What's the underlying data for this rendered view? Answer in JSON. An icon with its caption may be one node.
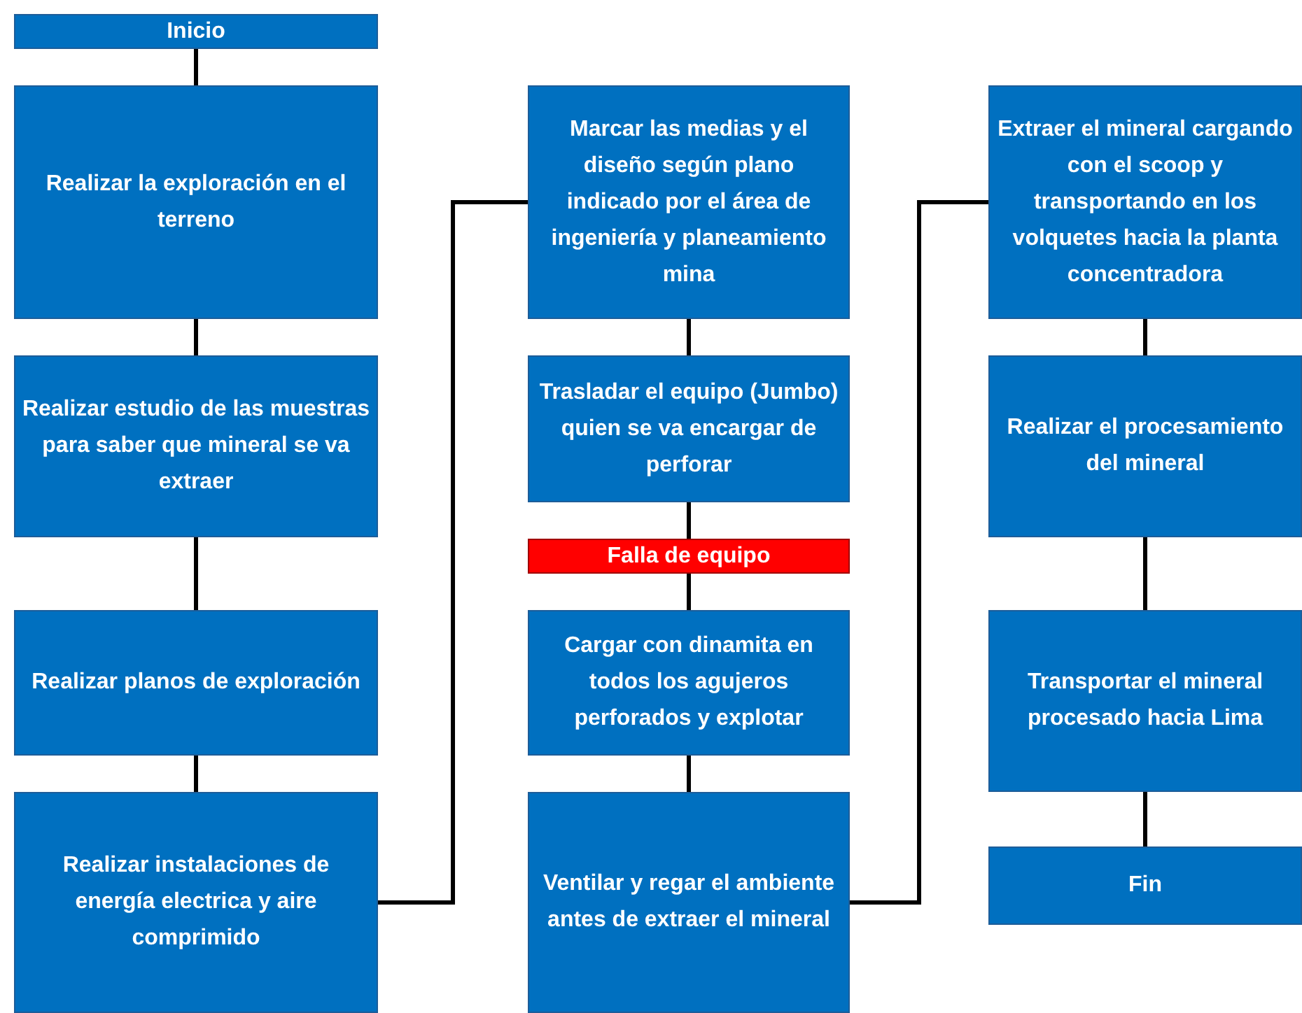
{
  "diagram": {
    "nodes": [
      {
        "text": [
          "Inicio"
        ]
      },
      {
        "text": [
          "Realizar la exploración en el terreno"
        ]
      },
      {
        "text": [
          "Realizar estudio de las muestras para saber que mineral se va extraer"
        ]
      },
      {
        "text": [
          "Realizar planos de exploración"
        ]
      },
      {
        "text": [
          "Realizar instalaciones de energía electrica y aire comprimido"
        ]
      },
      {
        "text": [
          "Marcar las medias y el diseño según plano indicado por el área de ingeniería y planeamiento mina"
        ]
      },
      {
        "text": [
          "Trasladar el equipo (Jumbo) quien se va encargar de perforar"
        ]
      },
      {
        "text": [
          "Falla de equipo"
        ]
      },
      {
        "text": [
          "Cargar con dinamita en todos los agujeros perforados y explotar"
        ]
      },
      {
        "text": [
          "Ventilar y regar el ambiente antes de extraer el mineral"
        ]
      },
      {
        "text": [
          "Extraer el mineral cargando con el scoop y transportando en los volquetes hacia la planta concentradora"
        ]
      },
      {
        "text": [
          "Realizar el procesamiento del mineral"
        ]
      },
      {
        "text": [
          "Transportar el mineral procesado hacia Lima"
        ]
      },
      {
        "text": [
          "Fin"
        ]
      }
    ],
    "edges": [
      {
        "from": 0,
        "to": 1,
        "arrow": "none"
      },
      {
        "from": 1,
        "to": 2,
        "arrow": "none"
      },
      {
        "from": 2,
        "to": 3,
        "arrow": "none"
      },
      {
        "from": 3,
        "to": 4,
        "arrow": "none"
      },
      {
        "from": 4,
        "to": 5,
        "arrow": "none"
      },
      {
        "from": 5,
        "to": 6,
        "arrow": "none"
      },
      {
        "from": 6,
        "to": 7,
        "arrow": "none"
      },
      {
        "from": 7,
        "to": 8,
        "arrow": "none"
      },
      {
        "from": 8,
        "to": 9,
        "arrow": "none"
      },
      {
        "from": 9,
        "to": 10,
        "arrow": "none"
      },
      {
        "from": 10,
        "to": 11,
        "arrow": "none"
      },
      {
        "from": 11,
        "to": 12,
        "arrow": "none"
      },
      {
        "from": 12,
        "to": 13,
        "arrow": "none"
      }
    ]
  }
}
